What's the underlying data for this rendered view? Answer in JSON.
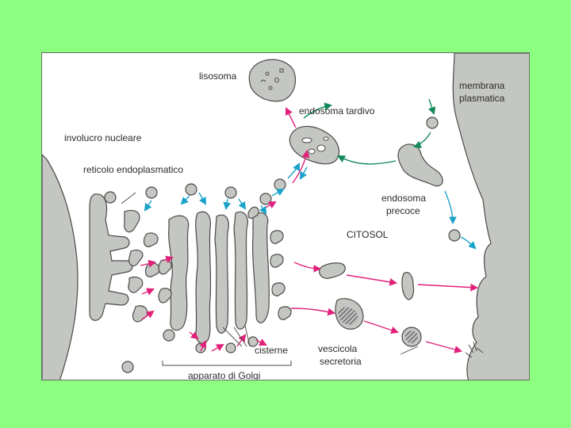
{
  "labels": {
    "lysosome": "lisosoma",
    "late_endosome": "endosoma tardivo",
    "plasma_membrane_line1": "membrana",
    "plasma_membrane_line2": "plasmatica",
    "nuclear_envelope": "involucro nucleare",
    "er": "reticolo endoplasmatico",
    "early_endosome_line1": "endosoma",
    "early_endosome_line2": "precoce",
    "cytosol": "CITOSOL",
    "cisternae": "cisterne",
    "secretory_vesicle_line1": "vescicola",
    "secretory_vesicle_line2": "secretoria",
    "golgi": "apparato di Golgi"
  },
  "colors": {
    "background": "#8cff80",
    "organelle_fill": "#c4c6c2",
    "outline": "#4a4a4a",
    "secretory_arrow": "#e0217a",
    "retrieval_arrow": "#1aa3c9",
    "endocytic_arrow": "#138a5a"
  }
}
